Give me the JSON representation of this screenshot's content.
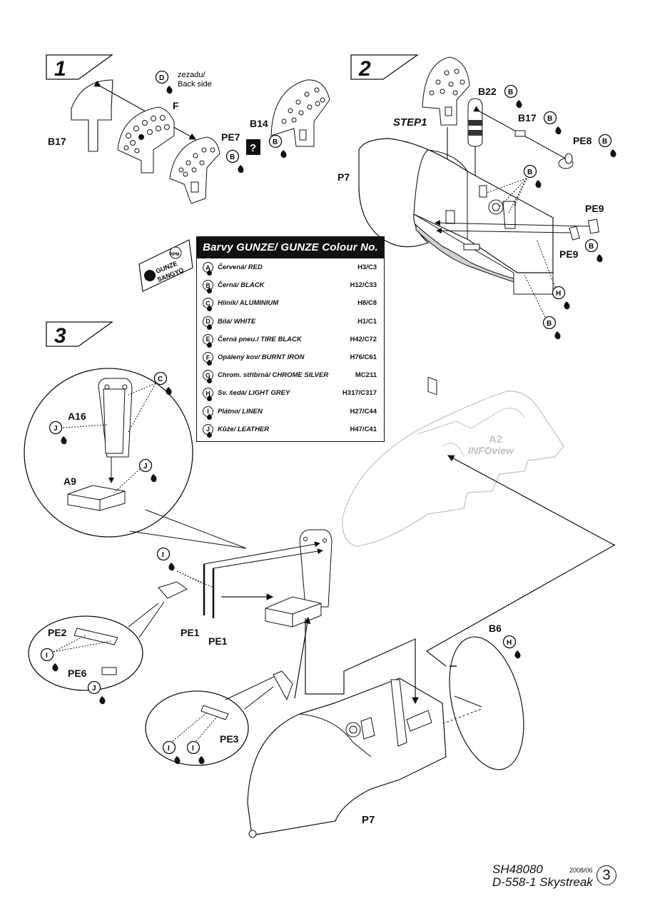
{
  "steps": [
    "1",
    "2",
    "3"
  ],
  "step1": {
    "labels": {
      "b17": "B17",
      "f": "F",
      "pe7": "PE7",
      "b14": "B14",
      "d": "D",
      "d_note": "zezadu/",
      "d_note2": "Back side",
      "b": "B",
      "q": "?"
    }
  },
  "step2": {
    "labels": {
      "step1": "STEP1",
      "b22": "B22",
      "b17": "B17",
      "pe8": "PE8",
      "p7": "P7",
      "pe9a": "PE9",
      "pe9b": "PE9",
      "b": "B",
      "h": "H"
    }
  },
  "step3": {
    "labels": {
      "a16": "A16",
      "a9": "A9",
      "a2": "A2",
      "infoview": "INFOview",
      "pe1a": "PE1",
      "pe1b": "PE1",
      "pe2": "PE2",
      "pe6": "PE6",
      "pe3": "PE3",
      "b6": "B6",
      "p7": "P7",
      "c": "C",
      "j": "J",
      "i": "I",
      "h": "H"
    }
  },
  "brand": {
    "gunze_line1": "GUNZE",
    "gunze_line2": "SANGYO",
    "rpm": "RPM"
  },
  "colour_table": {
    "title": "Barvy GUNZE/ GUNZE Colour No.",
    "rows": [
      {
        "code": "A",
        "name": "Červená/ RED",
        "num": "H3/C3"
      },
      {
        "code": "B",
        "name": "Černá/ BLACK",
        "num": "H12/C33"
      },
      {
        "code": "C",
        "name": "Hliník/ ALUMINIUM",
        "num": "H8/C8"
      },
      {
        "code": "D",
        "name": "Bílá/ WHITE",
        "num": "H1/C1"
      },
      {
        "code": "E",
        "name": "Černá pneu./ TIRE BLACK",
        "num": "H42/C72"
      },
      {
        "code": "F",
        "name": "Opálený kov/ BURNT IRON",
        "num": "H76/C61"
      },
      {
        "code": "G",
        "name": "Chrom. stříbrná/ CHROME SILVER",
        "num": "MC211"
      },
      {
        "code": "H",
        "name": "Sv. šedá/ LIGHT GREY",
        "num": "H317/C317"
      },
      {
        "code": "I",
        "name": "Plátno/ LINEN",
        "num": "H27/C44"
      },
      {
        "code": "J",
        "name": "Kůže/ LEATHER",
        "num": "H47/C41"
      }
    ]
  },
  "footer": {
    "code": "SH48080",
    "date": "2008/06",
    "title": "D-558-1 Skystreak",
    "page": "3"
  }
}
